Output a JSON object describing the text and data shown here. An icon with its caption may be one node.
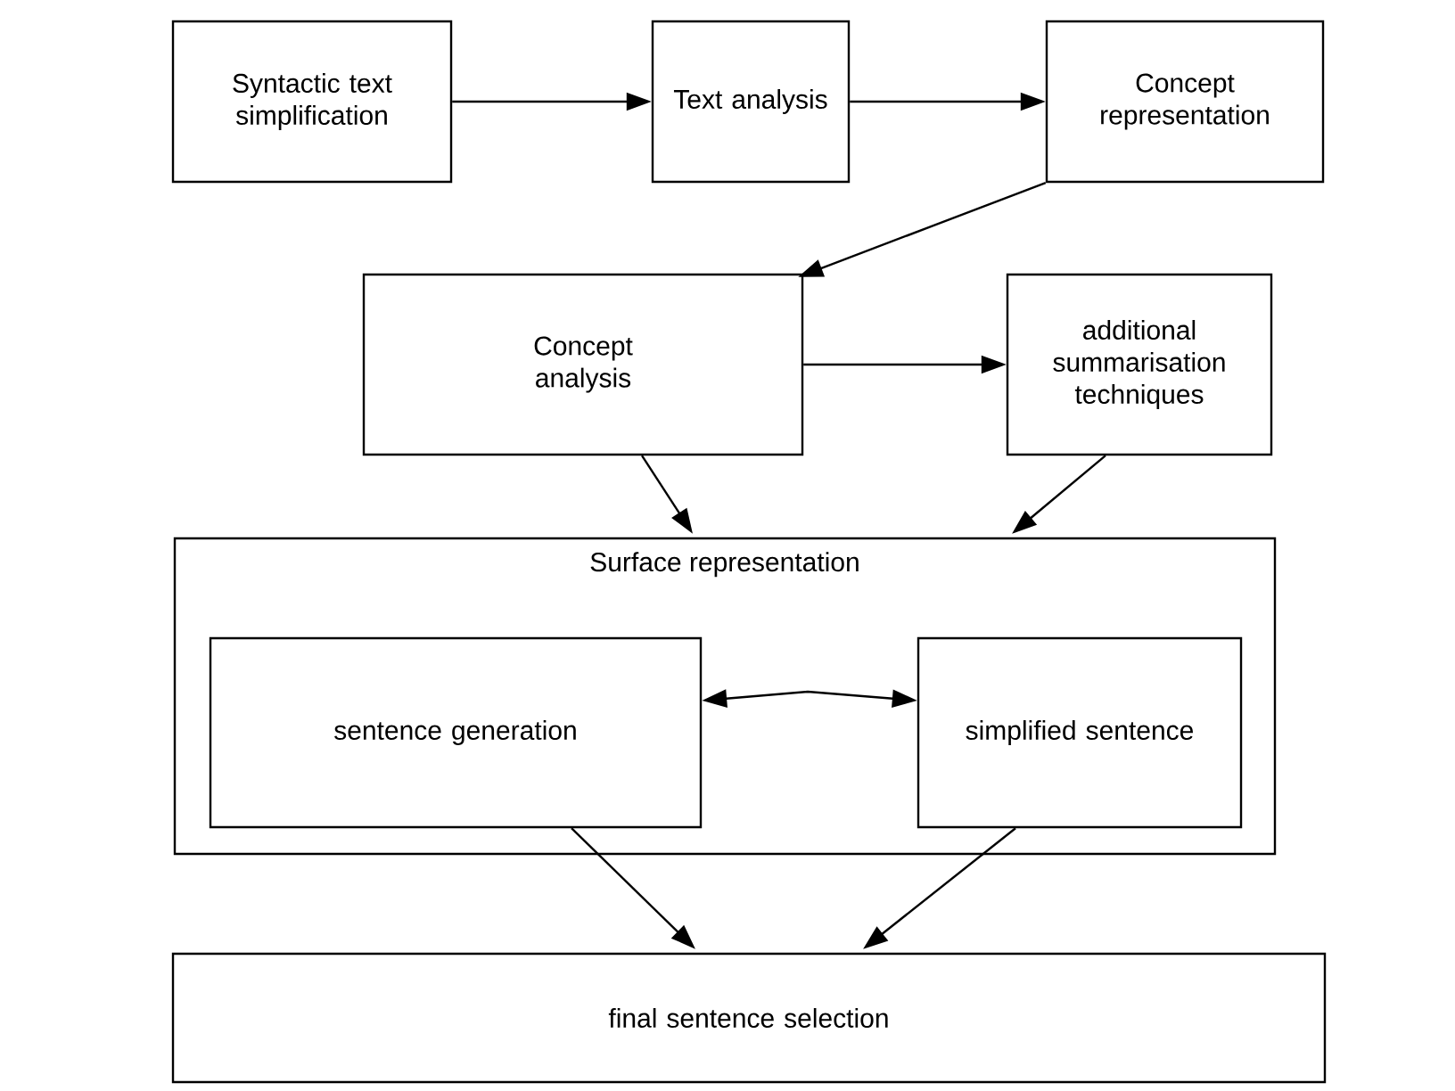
{
  "diagram": {
    "nodes": [
      {
        "text": [
          "Syntactic text simplification"
        ]
      },
      {
        "text": [
          "Text analysis"
        ]
      },
      {
        "text": [
          "Concept representation"
        ]
      },
      {
        "text": [
          "Concept analysis"
        ]
      },
      {
        "text": [
          "additional summarisation techniques"
        ]
      },
      {
        "text": [
          "Surface representation"
        ]
      },
      {
        "text": [
          "sentence generation"
        ],
        "in": 5
      },
      {
        "text": [
          "simplified sentence"
        ],
        "in": 5
      },
      {
        "text": [
          "final sentence selection"
        ]
      }
    ],
    "edges": [
      {
        "from": 0,
        "to": 1,
        "arrow": "to"
      },
      {
        "from": 1,
        "to": 2,
        "arrow": "to"
      },
      {
        "from": 2,
        "to": 3,
        "arrow": "to"
      },
      {
        "from": 3,
        "to": 4,
        "arrow": "to"
      },
      {
        "from": 3,
        "to": 5,
        "arrow": "to"
      },
      {
        "from": 4,
        "to": 5,
        "arrow": "to"
      },
      {
        "from": 6,
        "to": 7,
        "arrow": "both"
      },
      {
        "from": 6,
        "to": 8,
        "arrow": "to"
      },
      {
        "from": 7,
        "to": 8,
        "arrow": "to"
      }
    ]
  }
}
